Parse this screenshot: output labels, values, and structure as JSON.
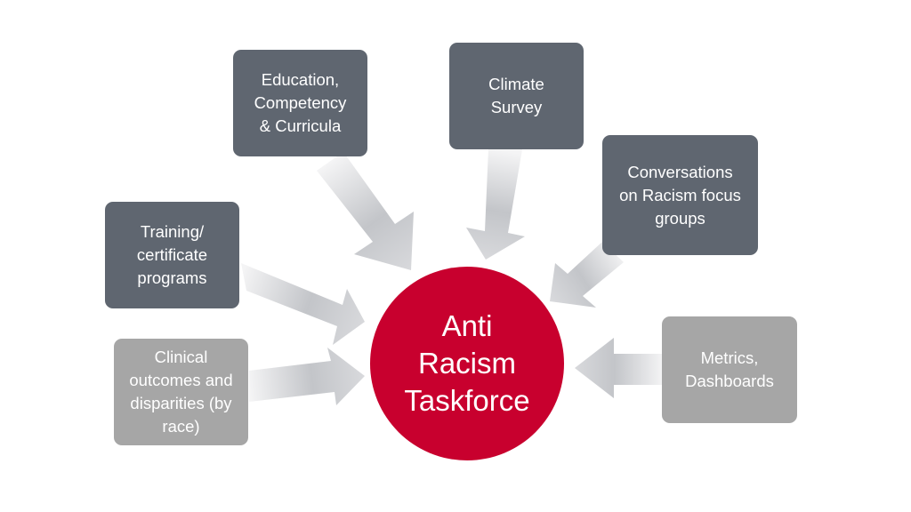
{
  "center": {
    "label": "Anti\nRacism\nTaskforce"
  },
  "nodes": [
    {
      "id": "education",
      "label": "Education,\nCompetency\n& Curricula"
    },
    {
      "id": "climate",
      "label": "Climate\nSurvey"
    },
    {
      "id": "conversations",
      "label": "Conversations\non Racism focus\ngroups"
    },
    {
      "id": "training",
      "label": "Training/\ncertificate\nprograms"
    },
    {
      "id": "clinical",
      "label": "Clinical\noutcomes and\ndisparities (by\nrace)"
    },
    {
      "id": "metrics",
      "label": "Metrics,\nDashboards"
    }
  ],
  "colors": {
    "center": "#c8002e",
    "dark_box": "#5f6670",
    "light_box": "#a6a6a6",
    "arrow": "#c9cbcf"
  }
}
